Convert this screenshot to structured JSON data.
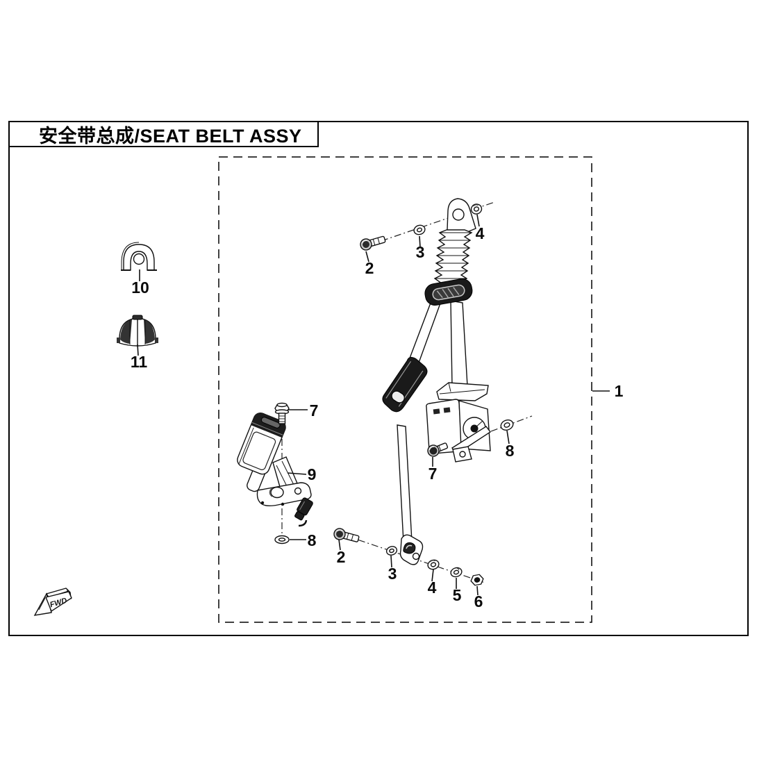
{
  "page": {
    "title": "安全带总成/SEAT BELT ASSY",
    "fwd_label": "FWD"
  },
  "callouts": {
    "seat_belt_assy": "1",
    "bolt_upper": "2",
    "washer_upper": "3",
    "nut_upper": "4",
    "buckle_bolt": "7",
    "buckle_assy": "9",
    "buckle_washer": "8",
    "retractor_bolt": "7",
    "retractor_washer": "8",
    "bolt_lower": "2",
    "washer_lower": "3",
    "washer_lower_2": "4",
    "washer_lower_3": "5",
    "nut_lower": "6",
    "belt_guide": "10",
    "boot_cap": "11"
  }
}
